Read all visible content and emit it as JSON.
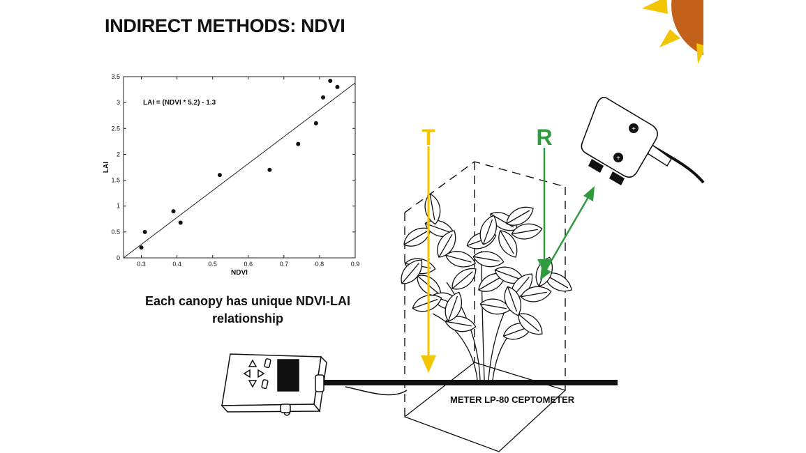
{
  "title": "INDIRECT METHODS: NDVI",
  "caption": "Each canopy has unique NDVI-LAI relationship",
  "diagram": {
    "transmitted_label": "T",
    "reflected_label": "R",
    "device_label": "METER LP-80 CEPTOMETER",
    "colors": {
      "transmitted": "#f2c500",
      "reflected": "#2f9a3e",
      "sun_body": "#c3611a",
      "sun_rays": "#f2c500"
    }
  },
  "chart_data": {
    "type": "scatter",
    "xlabel": "NDVI",
    "ylabel": "LAI",
    "xlim": [
      0.25,
      0.9
    ],
    "ylim": [
      0,
      3.5
    ],
    "xticks": [
      "0.3",
      "0.4",
      "0.5",
      "0.6",
      "0.7",
      "0.8",
      "0.9"
    ],
    "yticks": [
      "0",
      "0.5",
      "1",
      "1.5",
      "2",
      "2.5",
      "3",
      "3.5"
    ],
    "points": [
      {
        "x": 0.3,
        "y": 0.2
      },
      {
        "x": 0.31,
        "y": 0.5
      },
      {
        "x": 0.39,
        "y": 0.9
      },
      {
        "x": 0.41,
        "y": 0.68
      },
      {
        "x": 0.52,
        "y": 1.6
      },
      {
        "x": 0.66,
        "y": 1.7
      },
      {
        "x": 0.74,
        "y": 2.2
      },
      {
        "x": 0.79,
        "y": 2.6
      },
      {
        "x": 0.81,
        "y": 3.1
      },
      {
        "x": 0.83,
        "y": 3.42
      },
      {
        "x": 0.85,
        "y": 3.3
      }
    ],
    "fit": {
      "slope": 5.2,
      "intercept": -1.3
    },
    "annotation": "LAI = (NDVI * 5.2) - 1.3"
  }
}
